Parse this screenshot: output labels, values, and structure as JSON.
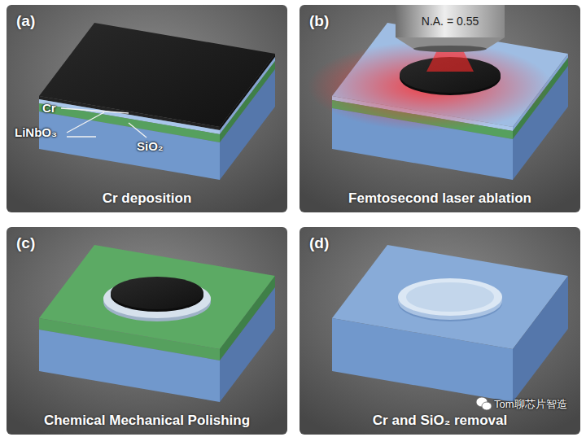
{
  "diagram": {
    "nodes": [
      {
        "text": [
          "(a)",
          "Cr deposition"
        ]
      },
      {
        "text": [
          "(b)",
          "Femtosecond laser ablation"
        ]
      },
      {
        "text": [
          "(c)",
          "Chemical Mechanical Polishing"
        ]
      },
      {
        "text": [
          "(d)",
          "Cr and SiO₂ removal"
        ]
      }
    ],
    "labels": [
      "Cr",
      "LiNbO₃",
      "SiO₂",
      "N.A. = 0.55",
      "Tom聊芯片智造"
    ]
  }
}
